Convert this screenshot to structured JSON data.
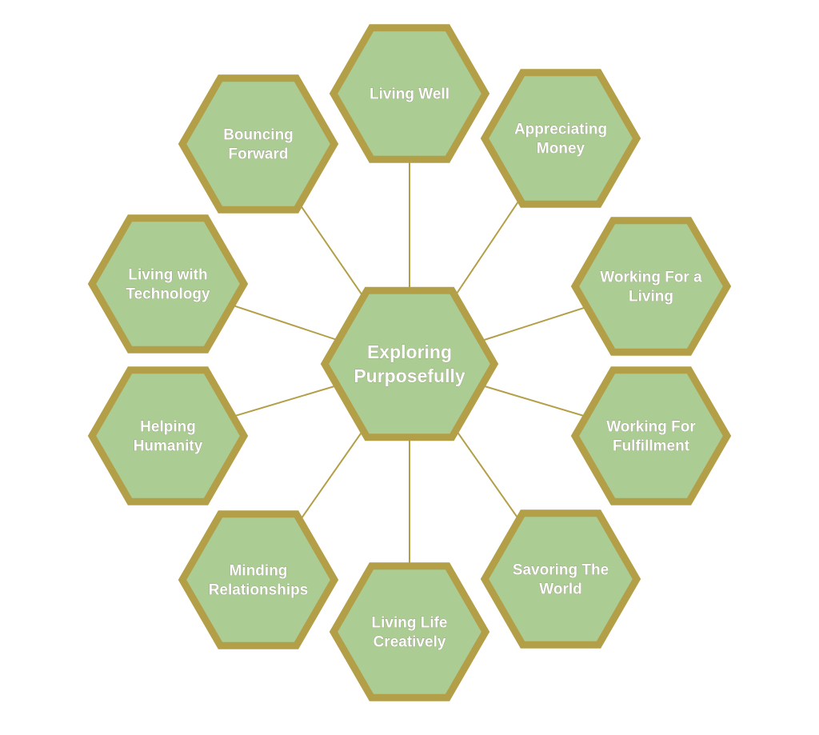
{
  "diagram": {
    "center": {
      "id": "exploring-purposefully",
      "lines": [
        "Exploring",
        "Purposefully"
      ]
    },
    "nodes": [
      {
        "id": "living-well",
        "lines": [
          "Living Well"
        ]
      },
      {
        "id": "appreciating-money",
        "lines": [
          "Appreciating",
          "Money"
        ]
      },
      {
        "id": "working-for-a-living",
        "lines": [
          "Working For a",
          "Living"
        ]
      },
      {
        "id": "working-for-fulfillment",
        "lines": [
          "Working For",
          "Fulfillment"
        ]
      },
      {
        "id": "savoring-the-world",
        "lines": [
          "Savoring The",
          "World"
        ]
      },
      {
        "id": "living-life-creatively",
        "lines": [
          "Living Life",
          "Creatively"
        ]
      },
      {
        "id": "minding-relationships",
        "lines": [
          "Minding",
          "Relationships"
        ]
      },
      {
        "id": "helping-humanity",
        "lines": [
          "Helping",
          "Humanity"
        ]
      },
      {
        "id": "living-with-technology",
        "lines": [
          "Living with",
          "Technology"
        ]
      },
      {
        "id": "bouncing-forward",
        "lines": [
          "Bouncing",
          "Forward"
        ]
      }
    ],
    "colors": {
      "hex_fill": "#abcd94",
      "hex_border": "#b39f48",
      "connector": "#b39f48",
      "label_text": "#ffffff"
    }
  }
}
